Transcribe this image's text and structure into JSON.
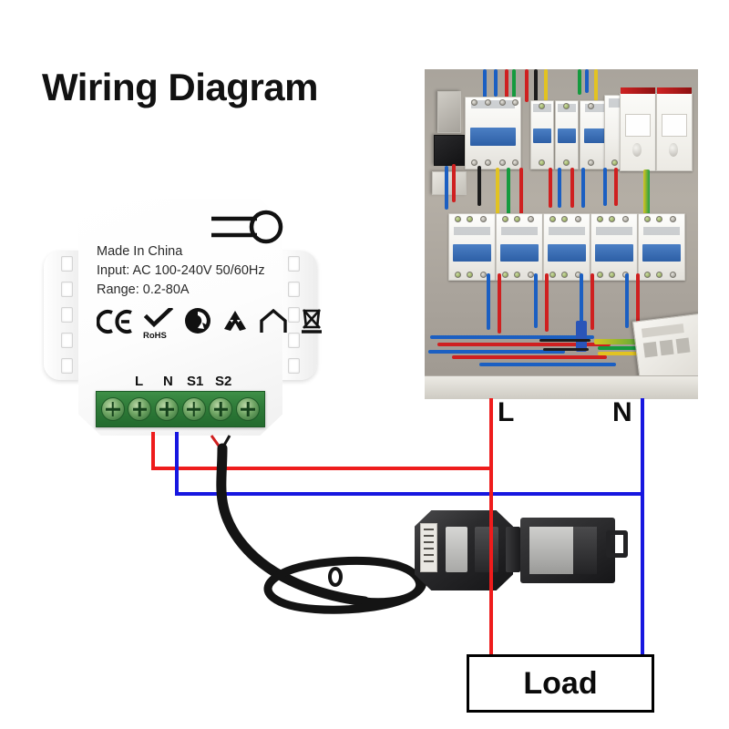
{
  "title": "Wiring Diagram",
  "device": {
    "name": "energy-meter-module",
    "label_lines": [
      "Made In China",
      "Input: AC 100-240V 50/60Hz",
      "Range: 0.2-80A"
    ],
    "made_in": "Made In China",
    "input_spec": "Input: AC 100-240V 50/60Hz",
    "range_spec": "Range: 0.2-80A",
    "relay_symbol": "relay-contact-symbol",
    "certifications": [
      {
        "id": "ce-mark",
        "text": "CE"
      },
      {
        "id": "rohs-mark",
        "text": "RoHS"
      },
      {
        "id": "green-dot-recycle-mark",
        "text": ""
      },
      {
        "id": "recycle-triangle-mark",
        "text": ""
      },
      {
        "id": "indoor-use-house-mark",
        "text": ""
      },
      {
        "id": "weee-crossed-bin-mark",
        "text": ""
      }
    ],
    "terminals": [
      {
        "id": "terminal-1",
        "label": ""
      },
      {
        "id": "terminal-2",
        "label": ""
      },
      {
        "id": "terminal-l",
        "label": "L"
      },
      {
        "id": "terminal-n",
        "label": "N"
      },
      {
        "id": "terminal-s1",
        "label": "S1"
      },
      {
        "id": "terminal-s2",
        "label": "S2"
      }
    ]
  },
  "wiring": {
    "live_label": "L",
    "neutral_label": "N",
    "live_color": "#ee1c1c",
    "neutral_color": "#1717e0",
    "sensor_cable_color": "#141414"
  },
  "load": {
    "label": "Load"
  },
  "sensor": {
    "name": "ct-clamp-current-transformer"
  },
  "photo": {
    "name": "distribution-panel-photo",
    "description": "Electrical distribution board with circuit breakers and surge protectors"
  }
}
